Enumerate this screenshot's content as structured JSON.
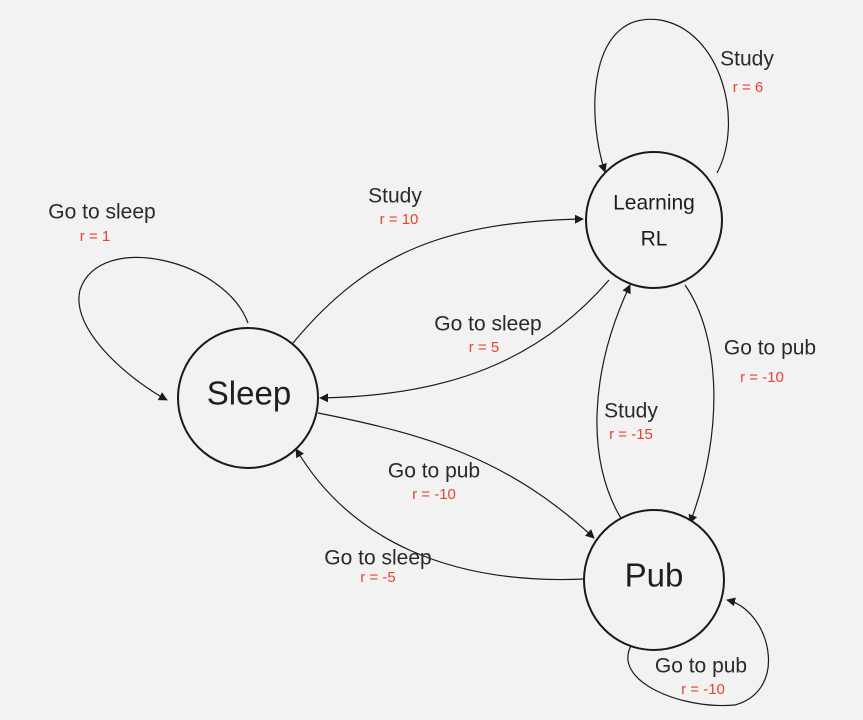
{
  "colors": {
    "reward": "#e8432e",
    "ink": "#1a1a1a",
    "background": "#f2f2f2"
  },
  "states": {
    "sleep": "Sleep",
    "learning_line1": "Learning",
    "learning_line2": "RL",
    "pub": "Pub"
  },
  "transitions": [
    {
      "from": "Sleep",
      "to": "Sleep",
      "action": "Go to sleep",
      "reward": "r = 1"
    },
    {
      "from": "Sleep",
      "to": "Learning RL",
      "action": "Study",
      "reward": "r = 10"
    },
    {
      "from": "Learning RL",
      "to": "Learning RL",
      "action": "Study",
      "reward": "r = 6"
    },
    {
      "from": "Learning RL",
      "to": "Sleep",
      "action": "Go to sleep",
      "reward": "r = 5"
    },
    {
      "from": "Learning RL",
      "to": "Pub",
      "action": "Go to pub",
      "reward": "r = -10"
    },
    {
      "from": "Pub",
      "to": "Learning RL",
      "action": "Study",
      "reward": "r = -15"
    },
    {
      "from": "Sleep",
      "to": "Pub",
      "action": "Go to pub",
      "reward": "r = -10"
    },
    {
      "from": "Pub",
      "to": "Sleep",
      "action": "Go to sleep",
      "reward": "r = -5"
    },
    {
      "from": "Pub",
      "to": "Pub",
      "action": "Go to pub",
      "reward": "r = -10"
    }
  ]
}
